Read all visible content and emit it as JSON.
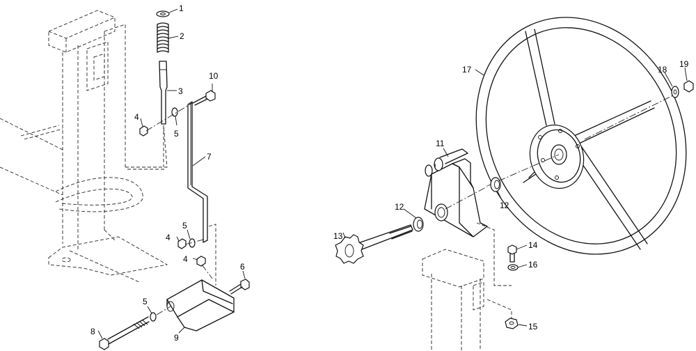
{
  "callouts": {
    "c1": "1",
    "c2": "2",
    "c3": "3",
    "c4a": "4",
    "c4b": "4",
    "c4c": "4",
    "c5a": "5",
    "c5b": "5",
    "c5c": "5",
    "c6": "6",
    "c7": "7",
    "c8": "8",
    "c9": "9",
    "c10": "10",
    "c11": "11",
    "c12a": "12",
    "c12b": "12",
    "c13": "13",
    "c14": "14",
    "c15": "15",
    "c16": "16",
    "c17": "17",
    "c18": "18",
    "c19": "19"
  }
}
